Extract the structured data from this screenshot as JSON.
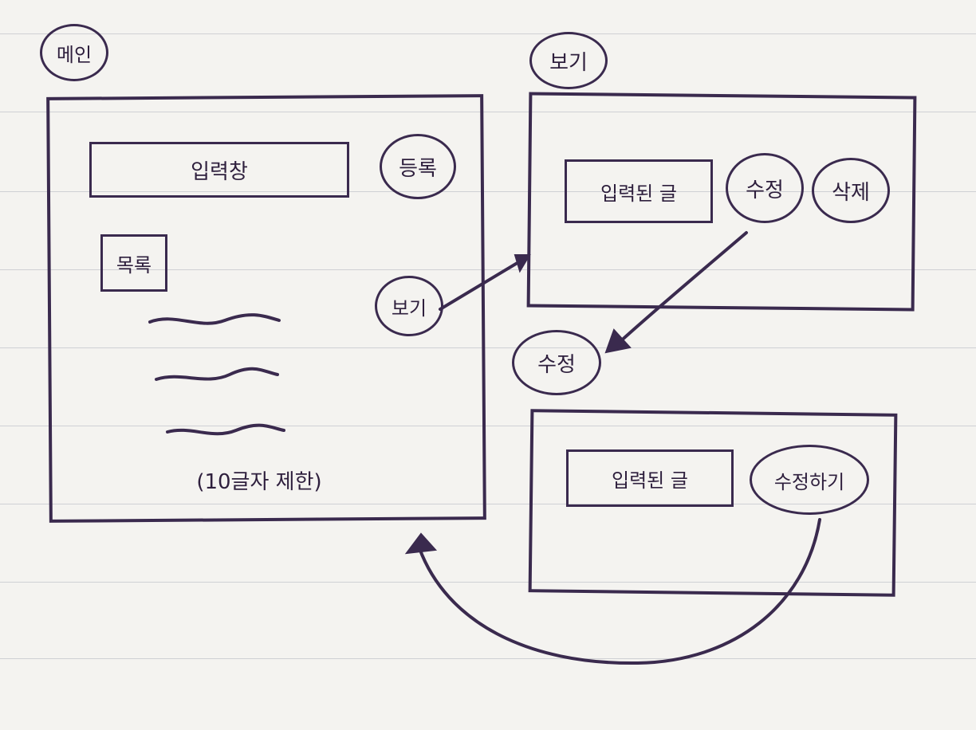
{
  "main": {
    "title": "메인",
    "input_box": "입력창",
    "register_button": "등록",
    "list_label": "목록",
    "view_button": "보기",
    "limit_note": "(10글자 제한)"
  },
  "view": {
    "title": "보기",
    "entered_text": "입력된 글",
    "edit_button": "수정",
    "delete_button": "삭제"
  },
  "edit": {
    "title": "수정",
    "entered_text": "입력된 글",
    "submit_button": "수정하기"
  },
  "colors": {
    "ink": "#3a2a4e",
    "paper": "#f4f3f0",
    "rule": "#cfd0d4"
  }
}
